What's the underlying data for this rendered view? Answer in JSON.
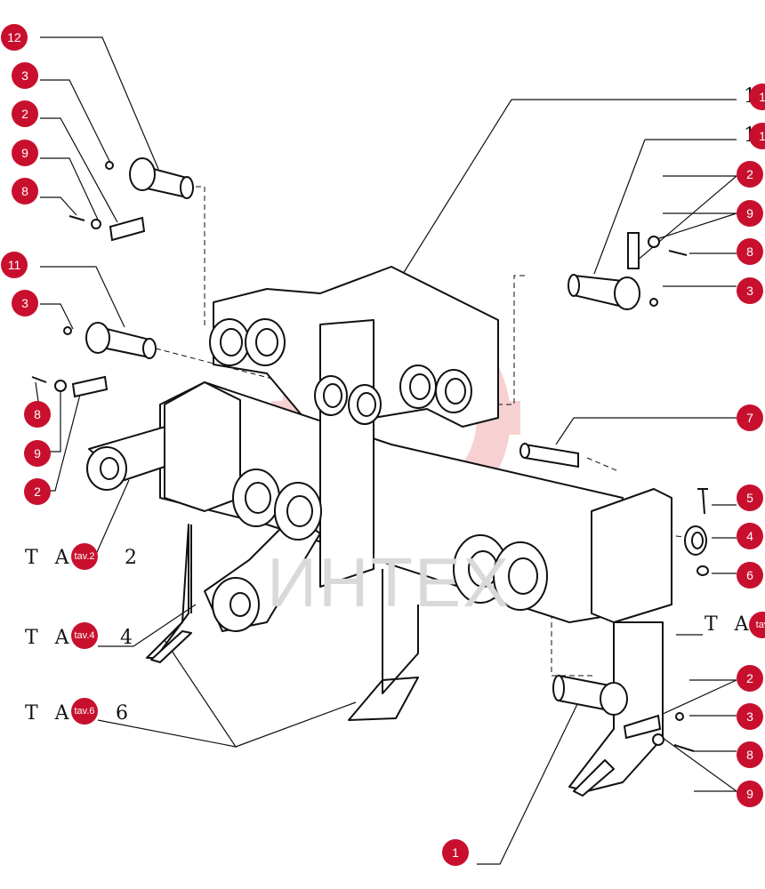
{
  "callouts": [
    {
      "id": "c12a",
      "label": "12"
    },
    {
      "id": "c3a",
      "label": "3"
    },
    {
      "id": "c2a",
      "label": "2"
    },
    {
      "id": "c9a",
      "label": "9"
    },
    {
      "id": "c8a",
      "label": "8"
    },
    {
      "id": "c11a",
      "label": "11"
    },
    {
      "id": "c3b",
      "label": "3"
    },
    {
      "id": "c8b",
      "label": "8"
    },
    {
      "id": "c9b",
      "label": "9"
    },
    {
      "id": "c2b",
      "label": "2"
    },
    {
      "id": "ctav2",
      "label": "tav.2"
    },
    {
      "id": "ctav4",
      "label": "tav.4"
    },
    {
      "id": "ctav6",
      "label": "tav.6"
    },
    {
      "id": "c10r",
      "label": "1"
    },
    {
      "id": "c11r",
      "label": "1"
    },
    {
      "id": "c2r",
      "label": "2"
    },
    {
      "id": "c9r",
      "label": "9"
    },
    {
      "id": "c8r",
      "label": "8"
    },
    {
      "id": "c3r",
      "label": "3"
    },
    {
      "id": "c7",
      "label": "7"
    },
    {
      "id": "c5",
      "label": "5"
    },
    {
      "id": "c4",
      "label": "4"
    },
    {
      "id": "c6",
      "label": "6"
    },
    {
      "id": "ctavr",
      "label": "tav"
    },
    {
      "id": "c2s",
      "label": "2"
    },
    {
      "id": "c3s",
      "label": "3"
    },
    {
      "id": "c8s",
      "label": "8"
    },
    {
      "id": "c9s",
      "label": "9"
    },
    {
      "id": "c1",
      "label": "1"
    }
  ],
  "refs": {
    "tav2_prefix": "T A",
    "tav2_suffix": "2",
    "tav4_prefix": "T A",
    "tav4_suffix": "4",
    "tav6_prefix": "T A",
    "tav6_suffix": "6",
    "tavr_prefix": "T A",
    "label_10": "1",
    "label_11": "1"
  },
  "watermark": {
    "text": "ИНТЕХ"
  },
  "colors": {
    "callout": "#c8102e",
    "line": "#111111",
    "watermark": "#f2b8b8"
  }
}
